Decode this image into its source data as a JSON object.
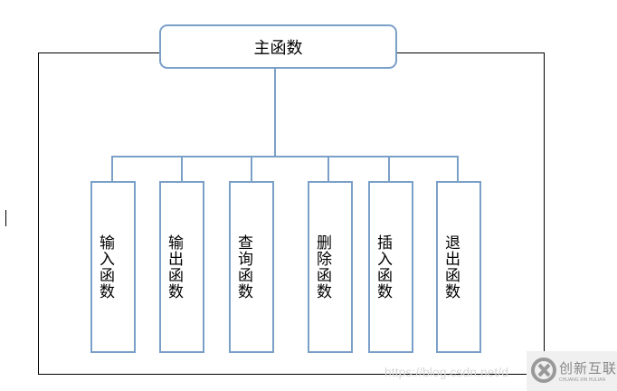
{
  "main_function": {
    "label": "主函数"
  },
  "functions": [
    {
      "label": "输入函数"
    },
    {
      "label": "输出函数"
    },
    {
      "label": "查询函数"
    },
    {
      "label": "删除函数"
    },
    {
      "label": "插入函数"
    },
    {
      "label": "退出函数"
    }
  ],
  "watermark": {
    "url": "https://blog.csdn.net/d",
    "logo_cn": "创新互联",
    "logo_en": "CHUANG XIN HULIAN"
  },
  "colors": {
    "box_border": "#7ba0c8",
    "frame": "#000000"
  }
}
